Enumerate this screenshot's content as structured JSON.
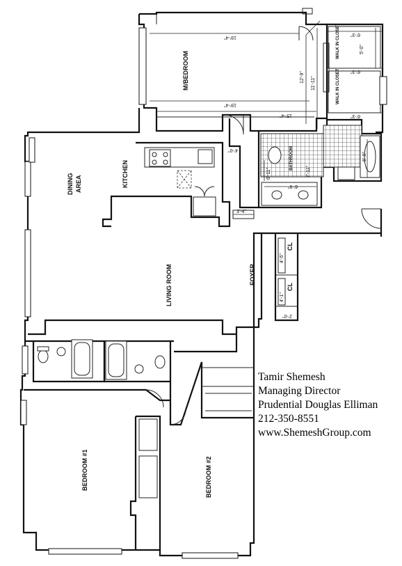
{
  "rooms": {
    "master_bedroom": "M/BEDROOM",
    "walk_in_closet_1": "WALK IN CLOSET",
    "walk_in_closet_2": "WALK IN CLOSET",
    "bathroom": "BATHROOM",
    "kitchen": "KITCHEN",
    "dining_area_line1": "DINING",
    "dining_area_line2": "AREA",
    "living_room": "LIVING ROOM",
    "foyer": "FOYER",
    "closet_1": "CL",
    "closet_2": "CL",
    "bedroom_1": "BEDROOM #1",
    "bedroom_2": "BEDROOM #2"
  },
  "dimensions": {
    "mbr_width_top": "19'-4\"",
    "mbr_width_mid": "19'-4\"",
    "mbr_width_lower": "15'-4\"",
    "mbr_depth_1": "12'-9\"",
    "mbr_depth_2": "11'-11\"",
    "closet_1_w": "6'-3\"",
    "closet_1_d": "5'-0\"",
    "closet_2_w": "6'-3\"",
    "closet_3_w": "6'-3\"",
    "closet_3_d": "6'-0\"",
    "bath_d": "6'-11\"",
    "bath_w": "7'-11\"",
    "bath_w2": "6'-9\"",
    "hall_w": "4'-0\"",
    "hall_door": "3'-4\"",
    "cl1_dim": "4'-5\"",
    "cl2_dim": "4'-1\"",
    "cl_small": "2'-0\""
  },
  "contact": {
    "name": "Tamir Shemesh",
    "title": "Managing Director",
    "company": "Prudential Douglas Elliman",
    "phone": "212-350-8551",
    "website": "www.ShemeshGroup.com"
  }
}
